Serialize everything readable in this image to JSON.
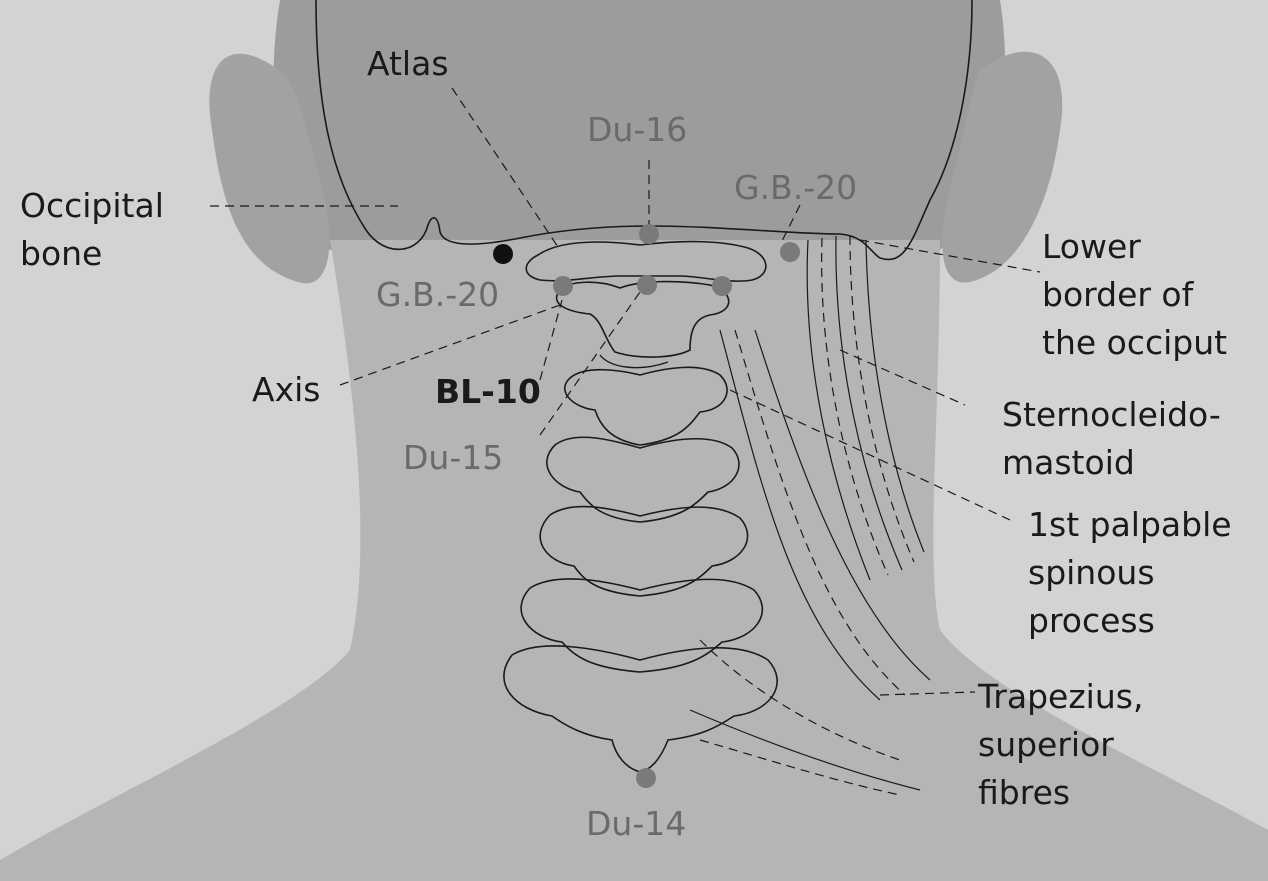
{
  "colors": {
    "background": "#d3d3d3",
    "head_skin": "#9c9c9c",
    "neck_skin": "#b5b5b5",
    "outline": "#1a1a1a",
    "point_grey": "#7a7a7a",
    "point_black": "#111111",
    "label_dark": "#1a1a1a",
    "label_grey": "#6a6a6a"
  },
  "labels": {
    "atlas": "Atlas",
    "occipital_bone": "Occipital\nbone",
    "lower_border": "Lower\nborder of\nthe occiput",
    "axis": "Axis",
    "bl10": "BL-10",
    "scm": "Sternocleido-\nmastoid",
    "first_spinous": "1st palpable\nspinous\nprocess",
    "trapezius": "Trapezius,\nsuperior\nfibres"
  },
  "points": {
    "du16": "Du-16",
    "gb20_right": "G.B.-20",
    "gb20_left": "G.B.-20",
    "du15": "Du-15",
    "du14": "Du-14"
  }
}
